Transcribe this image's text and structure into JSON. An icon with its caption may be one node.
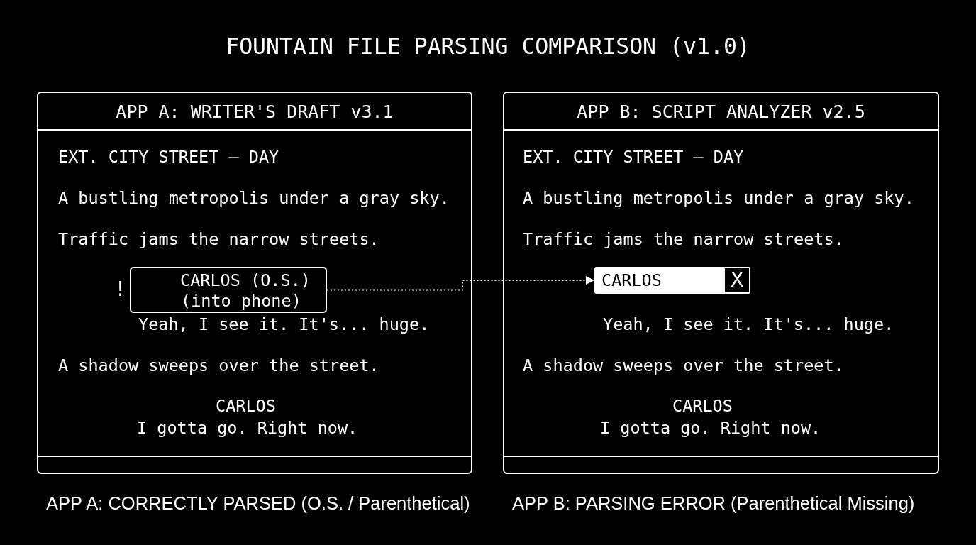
{
  "diagram": {
    "title": "FOUNTAIN FILE PARSING COMPARISON (v1.0)",
    "nodes": [
      {
        "text": [
          "APP A: WRITER'S DRAFT v3.1",
          "EXT. CITY STREET – DAY",
          "A bustling metropolis under a gray sky.",
          "Traffic jams the narrow streets.",
          "Yeah, I see it. It's... huge.",
          "A shadow sweeps over the street.",
          "CARLOS",
          "I gotta go. Right now."
        ]
      },
      {
        "text": [
          "CARLOS (O.S.)",
          "(into phone)"
        ],
        "beside": [
          "!"
        ],
        "in": 0
      },
      {
        "text": [
          "APP B: SCRIPT ANALYZER v2.5",
          "EXT. CITY STREET – DAY",
          "A bustling metropolis under a gray sky.",
          "Traffic jams the narrow streets.",
          "Yeah, I see it. It's... huge.",
          "A shadow sweeps over the street.",
          "CARLOS",
          "I gotta go. Right now."
        ]
      },
      {
        "text": [
          "CARLOS",
          "X"
        ],
        "in": 2
      }
    ],
    "edges": [
      {
        "from": 1,
        "to": 3,
        "arrow": "to",
        "style": "dashed"
      }
    ],
    "labels": [
      "APP A: CORRECTLY PARSED (O.S. / Parenthetical)",
      "APP B: PARSING ERROR (Parenthetical Missing)"
    ]
  }
}
